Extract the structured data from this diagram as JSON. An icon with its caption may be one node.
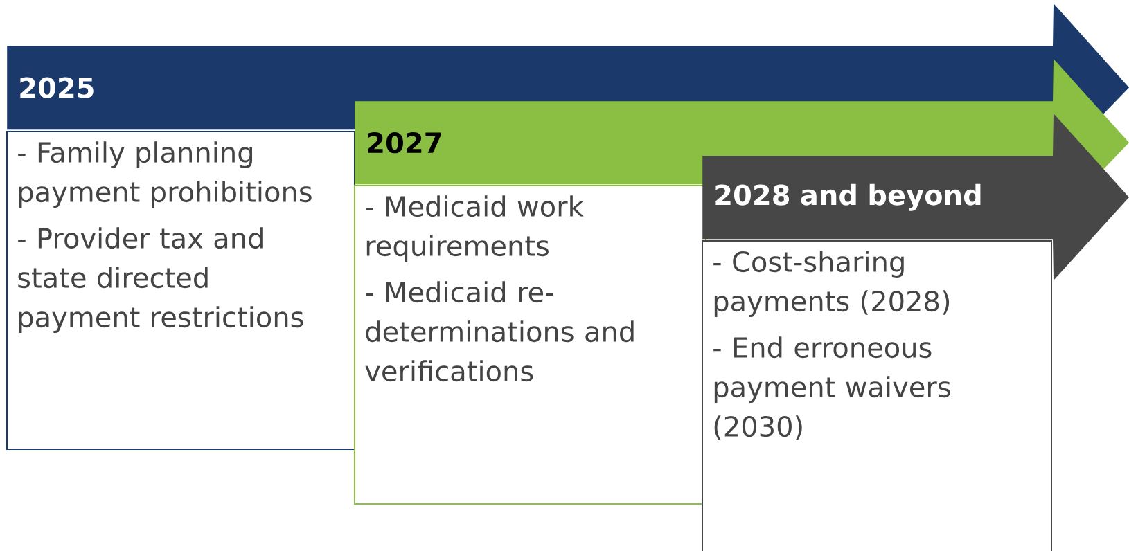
{
  "diagram": {
    "nodes": [
      {
        "text": [
          "2025"
        ]
      },
      {
        "text": [
          "- Family planning payment prohibitions",
          "- Provider tax and state directed payment restrictions"
        ]
      },
      {
        "text": [
          "2027"
        ]
      },
      {
        "text": [
          "- Medicaid work requirements",
          "- Medicaid re-determinations and verifications"
        ]
      },
      {
        "text": [
          "2028 and beyond"
        ]
      },
      {
        "text": [
          "- Cost-sharing payments (2028)",
          "- End erroneous payment waivers (2030)"
        ]
      }
    ]
  }
}
